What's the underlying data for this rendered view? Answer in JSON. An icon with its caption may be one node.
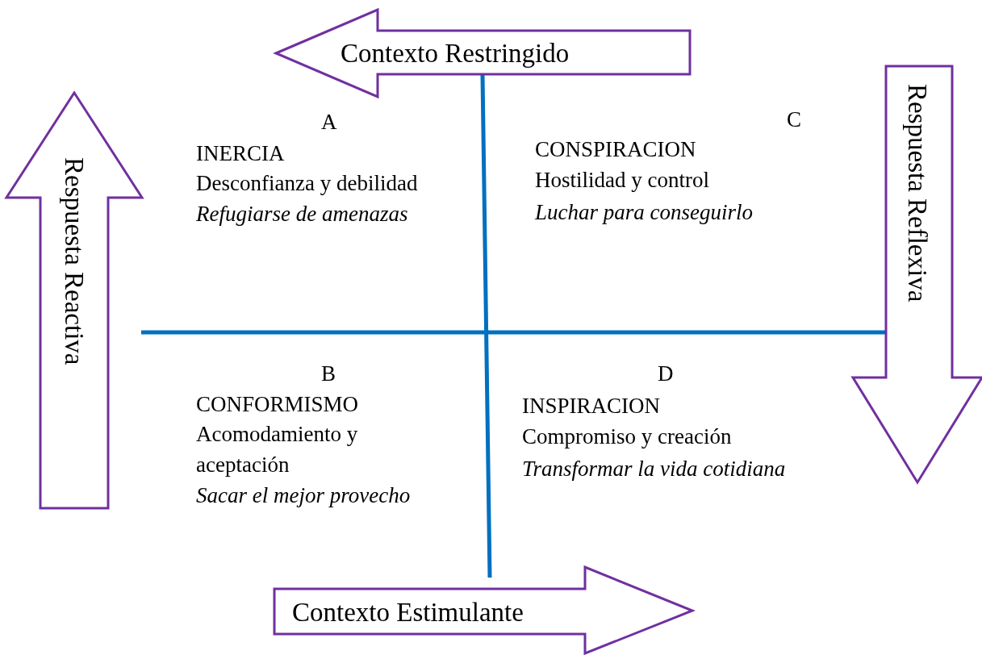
{
  "diagram": {
    "nodes": [
      {
        "text": [
          "Contexto Restringido"
        ]
      },
      {
        "text": [
          "Respuesta Reactiva"
        ]
      },
      {
        "text": [
          "Respuesta Reflexiva"
        ]
      },
      {
        "text": [
          "Contexto Estimulante"
        ]
      }
    ],
    "edges": [],
    "labels": [
      "A",
      "INERCIA",
      "Desconfianza y debilidad",
      "Refugiarse de amenazas",
      "C",
      "CONSPIRACION",
      "Hostilidad y control",
      "Luchar para conseguirlo",
      "B",
      "CONFORMISMO",
      "Acomodamiento y aceptación",
      "Sacar el mejor provecho",
      "D",
      "INSPIRACION",
      "Compromiso y creación",
      "Transformar la vida cotidiana"
    ]
  }
}
